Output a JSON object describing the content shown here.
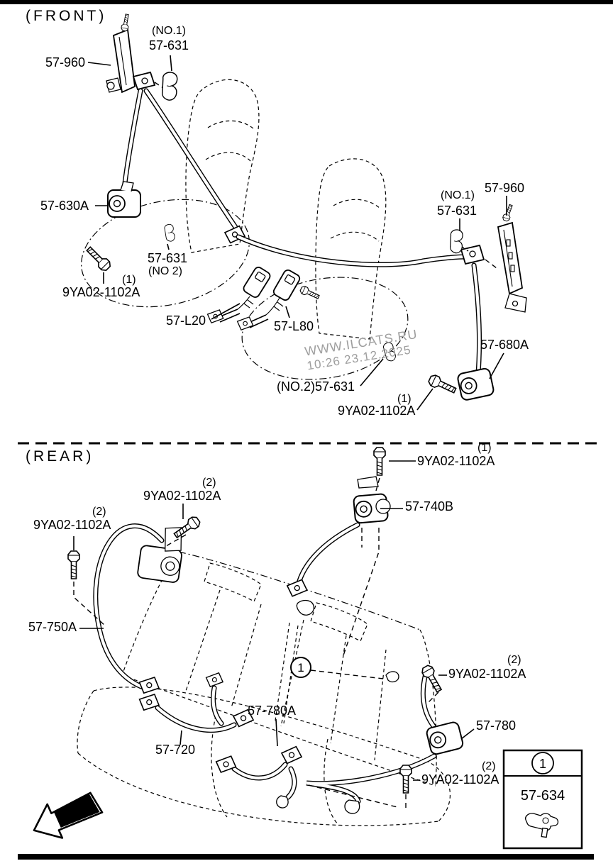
{
  "page": {
    "front_section_label": "(FRONT)",
    "rear_section_label": "(REAR)",
    "watermark_line1": "WWW.ILCATS.RU",
    "watermark_line2": "10:26 23.12.2025",
    "fwd_label": "FWD"
  },
  "callout": {
    "ref": "1"
  },
  "legend": {
    "item_ref": "1",
    "part_number": "57-634"
  },
  "front": {
    "adjuster_left": "57-960",
    "clip_top_qual": "(NO.1)",
    "clip_top": "57-631",
    "retractor_left": "57-630A",
    "clip_mid": "57-631",
    "clip_mid_qual": "(NO 2)",
    "bolt_left_qty": "(1)",
    "bolt_left": "9YA02-1102A",
    "buckle_inner": "57-L20",
    "buckle_outer": "57-L80",
    "clip_right_qual": "(NO.1)",
    "clip_right": "57-631",
    "adjuster_right": "57-960",
    "retractor_right": "57-680A",
    "clip_bottom": "(NO.2)57-631",
    "bolt_right_qty": "(1)",
    "bolt_right": "9YA02-1102A"
  },
  "rear": {
    "bolt_center_qty": "(1)",
    "bolt_center": "9YA02-1102A",
    "retractor_center": "57-740B",
    "bolt_upper_qty": "(2)",
    "bolt_upper": "9YA02-1102A",
    "bolt_left_qty": "(2)",
    "bolt_left": "9YA02-1102A",
    "belt_left": "57-750A",
    "bolt_right_qty": "(2)",
    "bolt_right": "9YA02-1102A",
    "belt_center": "57-780A",
    "retractor_right": "57-780",
    "belt_lap": "57-720",
    "bolt_bottom_qty": "(2)",
    "bolt_bottom": "9YA02-1102A"
  }
}
